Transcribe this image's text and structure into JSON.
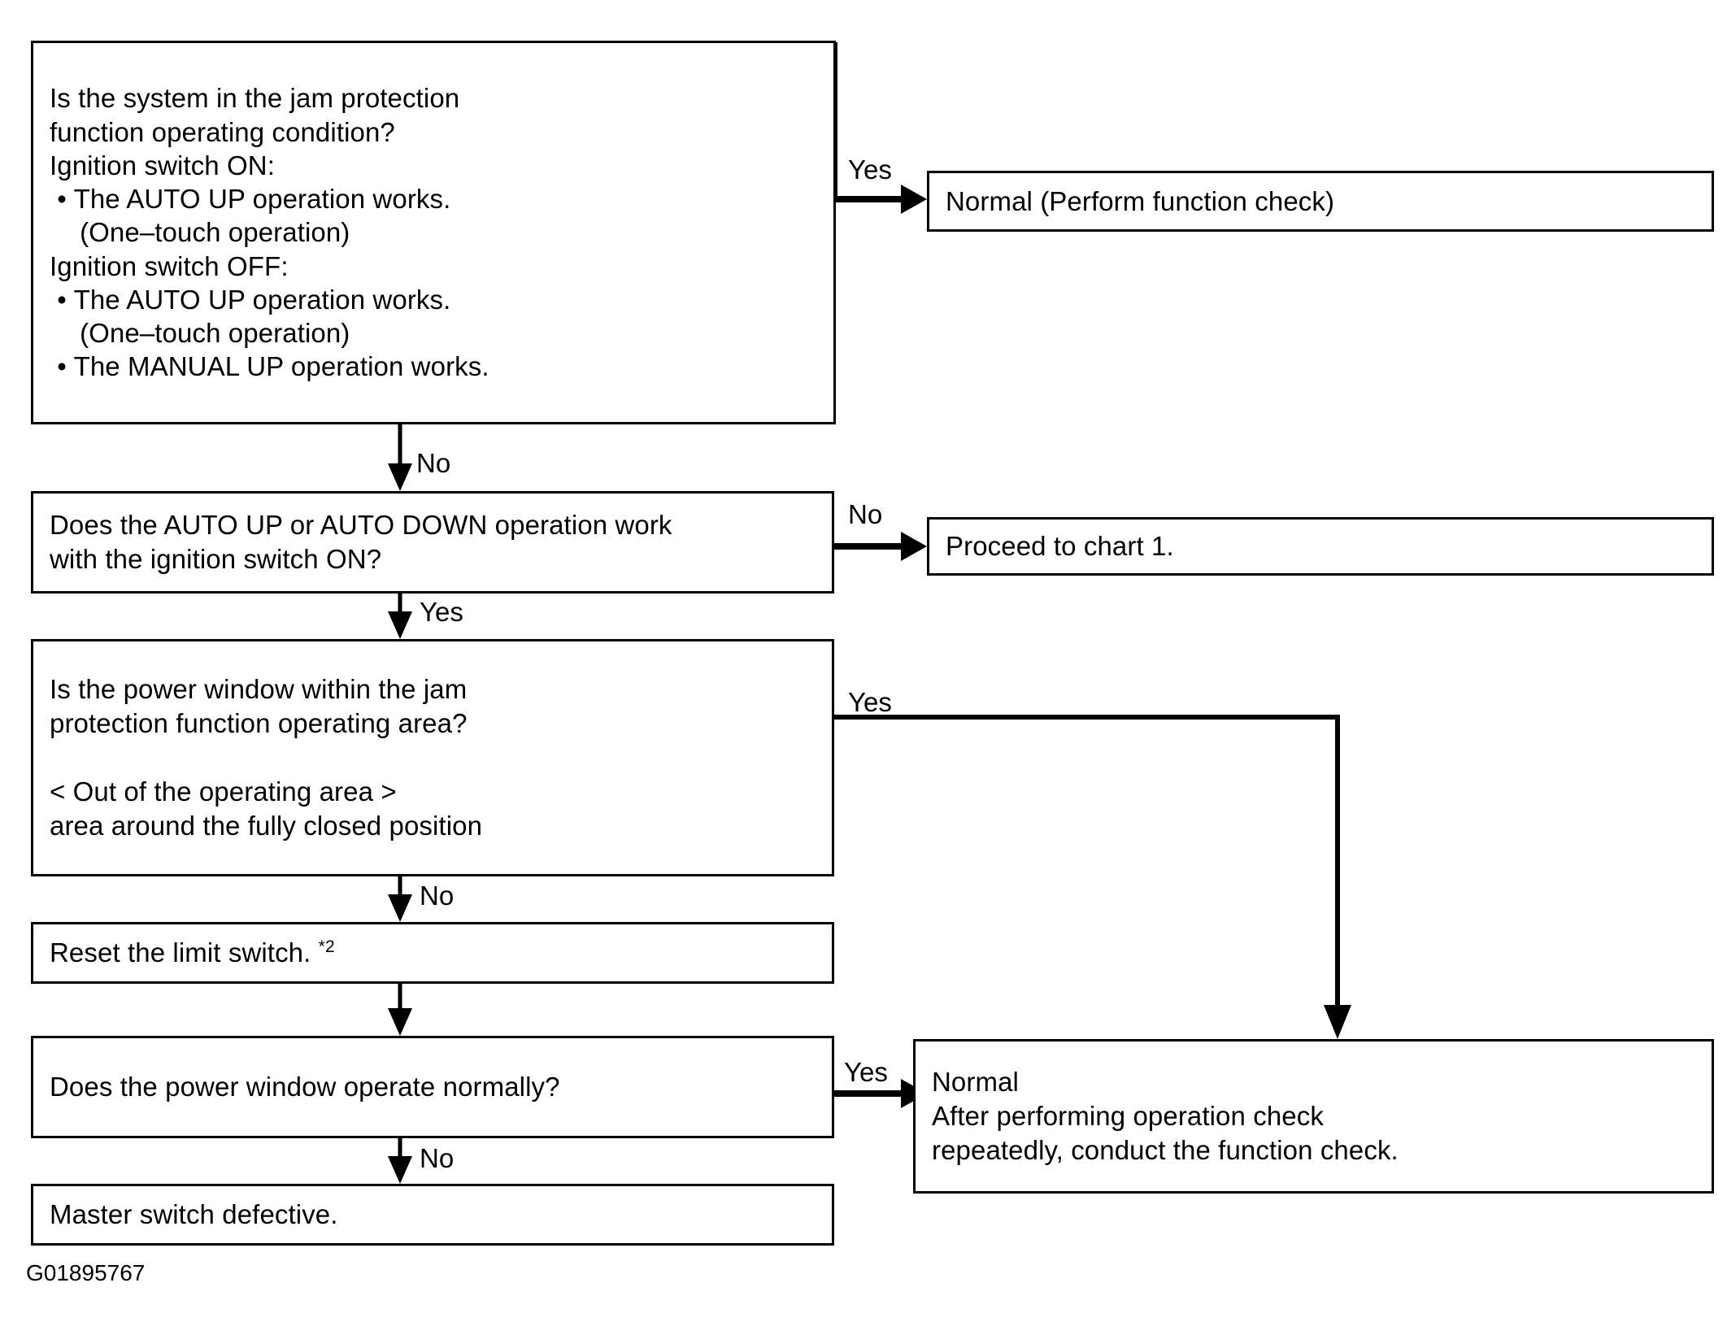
{
  "diagram": {
    "figure_ref": "G01895767",
    "nodes": {
      "q1": {
        "lines": [
          "Is the system in the jam protection",
          "function operating condition?",
          "Ignition switch ON:",
          " • The AUTO UP operation works.",
          "    (One–touch operation)",
          "Ignition switch OFF:",
          " • The AUTO UP operation works.",
          "    (One–touch operation)",
          " • The MANUAL UP operation works."
        ]
      },
      "r1": {
        "lines": [
          "Normal (Perform function check)"
        ]
      },
      "q2": {
        "lines": [
          "Does the AUTO UP or AUTO DOWN operation work",
          "with the ignition switch ON?"
        ]
      },
      "r2": {
        "lines": [
          "Proceed to chart 1."
        ]
      },
      "q3": {
        "lines": [
          "Is the power window within the jam",
          "protection function operating area?",
          "",
          "< Out of the operating area >",
          "area around the fully closed position"
        ]
      },
      "a1": {
        "text_prefix": "Reset the limit switch. ",
        "footnote": "*2"
      },
      "q4": {
        "lines": [
          "Does the power window operate normally?"
        ]
      },
      "r3": {
        "lines": [
          "Normal",
          "After performing operation check",
          "repeatedly, conduct the function check."
        ]
      },
      "r4": {
        "lines": [
          "Master switch defective."
        ]
      }
    },
    "edge_labels": {
      "q1_yes": "Yes",
      "q1_no": "No",
      "q2_no": "No",
      "q2_yes": "Yes",
      "q3_yes": "Yes",
      "q3_no": "No",
      "q4_yes": "Yes",
      "q4_no": "No"
    }
  }
}
